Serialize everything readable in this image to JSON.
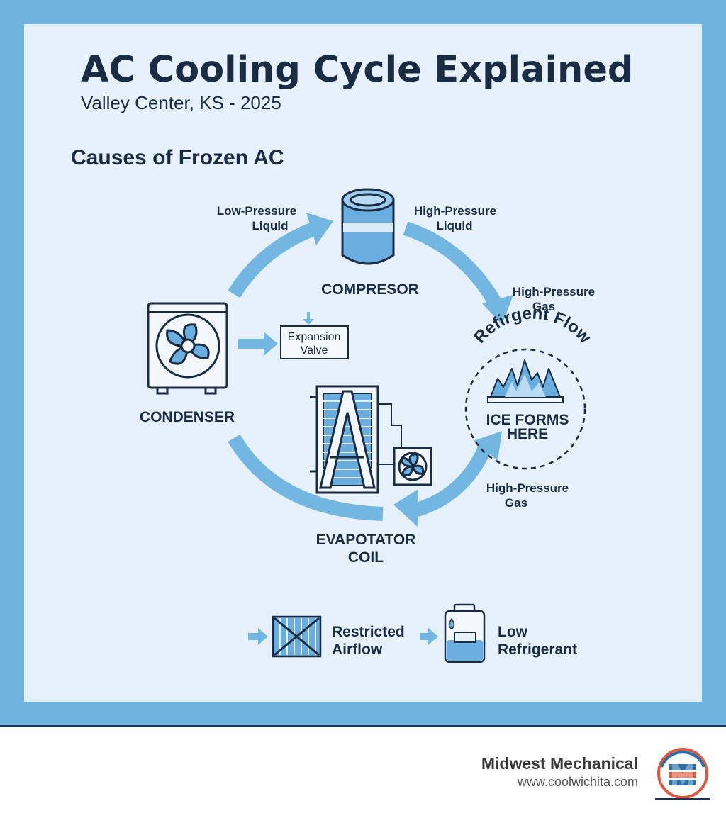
{
  "header": {
    "title": "AC Cooling Cycle Explained",
    "subtitle": "Valley Center, KS - 2025",
    "section_title": "Causes of Frozen AC"
  },
  "flow_labels": {
    "top_left_line1": "Low-Pressure",
    "top_left_line2": "Liquid",
    "top_right_line1": "High-Pressure",
    "top_right_line2": "Liquid",
    "right_upper_line1": "High-Pressure",
    "right_upper_line2": "Gas",
    "right_lower_line1": "High-Pressure",
    "right_lower_line2": "Gas"
  },
  "components": {
    "compressor": "COMPRESOR",
    "condenser": "CONDENSER",
    "expansion_valve_line1": "Expansion",
    "expansion_valve_line2": "Valve",
    "evaporator_line1": "EVAPOTATOR",
    "evaporator_line2": "COIL"
  },
  "refrigerant": {
    "arc_label": "Refirgent Flow",
    "ice_line1": "ICE FORMS",
    "ice_line2": "HERE"
  },
  "legend": {
    "item1_line1": "Restricted",
    "item1_line2": "Airflow",
    "item2_line1": "Low",
    "item2_line2": "Refrigerant"
  },
  "footer": {
    "brand_name": "Midwest Mechanical",
    "brand_url": "www.coolwichita.com"
  },
  "colors": {
    "frame": "#6fb3de",
    "panel": "#e7f1fb",
    "ink": "#1a2c44",
    "arrow": "#72b6e2",
    "icon_fill": "#6aaee0"
  }
}
